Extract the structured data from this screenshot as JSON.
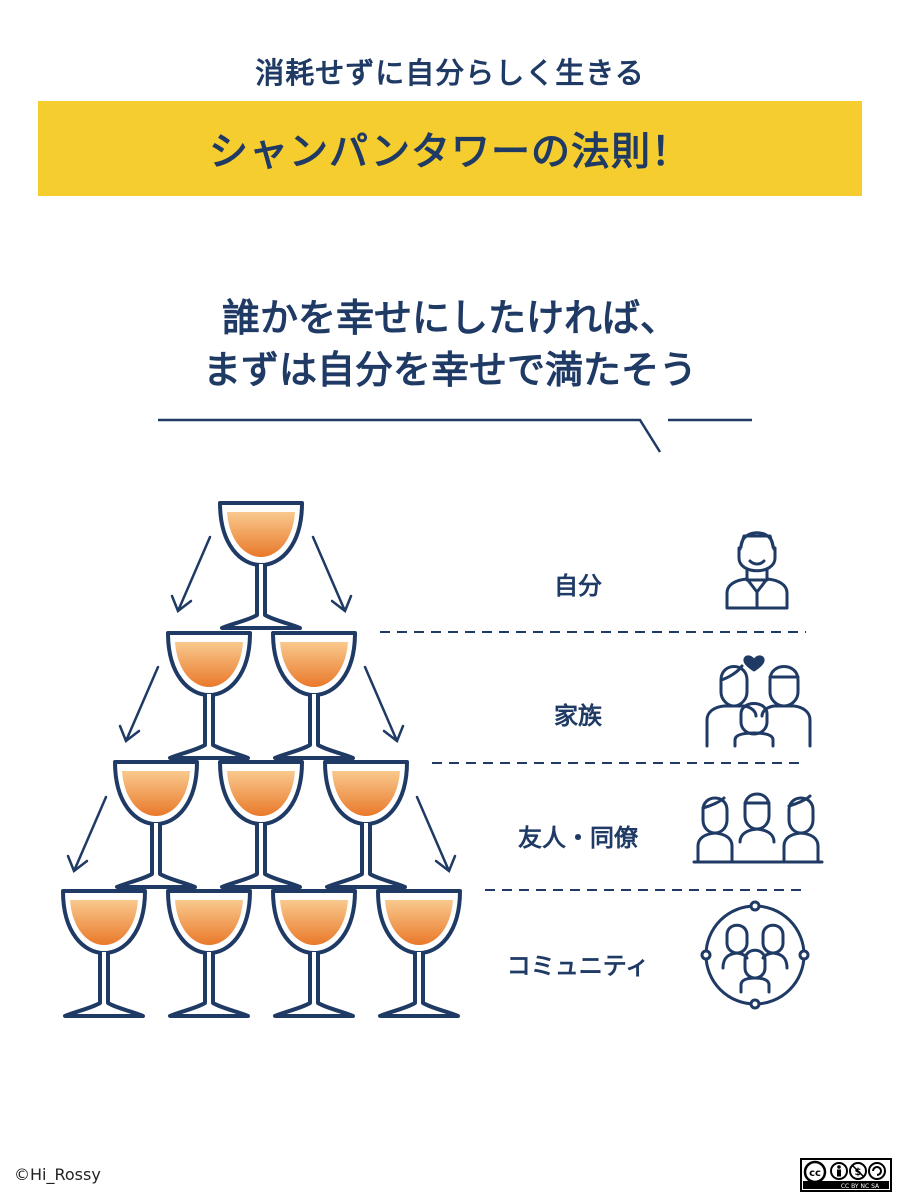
{
  "header": {
    "subtitle": "消耗せずに自分らしく生きる",
    "title": "シャンパンタワーの法則！"
  },
  "headline": {
    "line1": "誰かを幸せにしたければ、",
    "line2": "まずは自分を幸せで満たそう"
  },
  "levels": [
    {
      "label": "自分",
      "icon": "person-icon"
    },
    {
      "label": "家族",
      "icon": "family-icon"
    },
    {
      "label": "友人・同僚",
      "icon": "colleagues-icon"
    },
    {
      "label": "コミュニティ",
      "icon": "community-icon"
    }
  ],
  "tower": {
    "rows": [
      1,
      2,
      3,
      4
    ]
  },
  "footer": {
    "credit": "©Hi_Rossy",
    "license": "CC BY NC SA"
  },
  "colors": {
    "navy": "#1f3a64",
    "banner_yellow": "#f6cd2e",
    "liquid_top": "#f9c98e",
    "liquid_bottom": "#e9792a"
  }
}
